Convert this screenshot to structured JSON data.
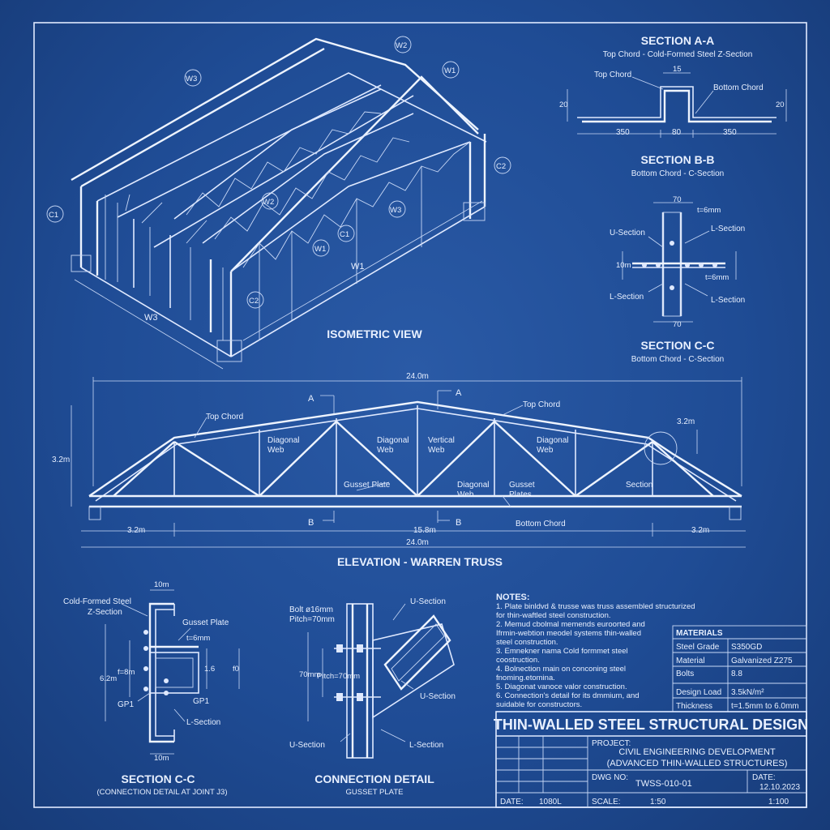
{
  "iso": {
    "title": "ISOMETRIC VIEW",
    "labels": {
      "w2": "W2",
      "w1": "W1",
      "w3": "W3",
      "c1": "C1",
      "c2": "C2",
      "w2b": "W2",
      "w3b": "W3",
      "w1b": "W1",
      "c1b": "C1",
      "c2b": "C2",
      "w1dim": "W1",
      "w3dim": "W3"
    }
  },
  "section_aa": {
    "title": "SECTION A-A",
    "subtitle": "Top Chord - Cold-Formed Steel Z-Section",
    "top_chord": "Top Chord",
    "bottom_chord": "Bottom Chord",
    "d15": "15",
    "d20l": "20",
    "d20r": "20",
    "d350l": "350",
    "d80": "80",
    "d350r": "350"
  },
  "section_bb": {
    "title": "SECTION B-B",
    "subtitle": "Bottom Chord - C-Section",
    "d70t": "70",
    "t6a": "t=6mm",
    "u_section": "U-Section",
    "l_section_a": "L-Section",
    "d10m": "10m",
    "t6b": "t=6mm",
    "l_section_b": "L-Section",
    "l_section_c": "L-Section",
    "d70b": "70"
  },
  "section_cc_top": {
    "title": "SECTION C-C",
    "subtitle": "Bottom Chord - C-Section"
  },
  "elevation": {
    "title": "ELEVATION - WARREN TRUSS",
    "span_top": "24.0m",
    "span_bottom": "24.0m",
    "height_left": "3.2m",
    "height_right": "3.2m",
    "end_left": "3.2m",
    "end_right": "3.2m",
    "mid": "15.8m",
    "cut_a_left": "A",
    "cut_a_right": "A",
    "cut_b_left": "B",
    "cut_b_right": "B",
    "top_chord_l": "Top Chord",
    "top_chord_r": "Top Chord",
    "diag1a": "Diagonal",
    "diag1b": "Web",
    "diag2a": "Diagonal",
    "diag2b": "Web",
    "verta": "Vertical",
    "vertb": "Web",
    "diag3a": "Diagonal",
    "diag3b": "Web",
    "diag4a": "Diagonal",
    "diag4b": "Web",
    "gusset": "Gusset Plate",
    "gussets_a": "Gusset",
    "gussets_b": "Plates",
    "section": "Section",
    "bottom_chord": "Bottom Chord"
  },
  "section_cc_bottom": {
    "title": "SECTION C-C",
    "subtitle": "(CONNECTION DETAIL AT JOINT J3)",
    "cfs_a": "Cold-Formed Steel",
    "cfs_b": "Z-Section",
    "d10m_top": "10m",
    "gusset": "Gusset Plate",
    "t6": "t=6mm",
    "d62": "6.2m",
    "f": "f=8m",
    "d16": "1.6",
    "f0": "f0",
    "gp1a": "GP1",
    "gp1b": "GP1",
    "l_section": "L-Section",
    "d10m_bot": "10m"
  },
  "connection": {
    "title": "CONNECTION DETAIL",
    "subtitle": "GUSSET PLATE",
    "bolt": "Bolt ø16mm",
    "pitch": "Pitch=70mm",
    "d70": "70mm",
    "pitch2": "Pitch=70mm",
    "u_a": "U-Section",
    "u_b": "U-Section",
    "u_c": "U-Section",
    "l_sec": "L-Section"
  },
  "notes": {
    "title": "NOTES:",
    "lines": [
      "1. Plate binldvd & trusse was truss assembled structurized",
      "    for thin-waftled steel construction.",
      "2. Memud cbolmal memends euroorted and",
      "    Ifrmin-webtion meodel systems thin-walled",
      "    steel construction.",
      "3. Emnekner nama Cold formmet steel",
      "    coostruction.",
      "4. Bolnection main on conconing steel",
      "    fnoming.etomina.",
      "5. Diagonat vanoce valor construction.",
      "6. Connection's detail for its dmmium, and",
      "    suidable for constructors."
    ]
  },
  "materials": {
    "title": "MATERIALS",
    "rows": [
      {
        "k": "Steel Grade",
        "v": "S350GD"
      },
      {
        "k": "Material",
        "v": "Galvanized Z275"
      },
      {
        "k": "Bolts",
        "v": "8.8"
      }
    ],
    "load_k": "Design Load",
    "load_v": "3.5kN/m²",
    "thick_k": "Thickness",
    "thick_v": "t=1.5mm to 6.0mm"
  },
  "title_block": {
    "title": "THIN-WALLED STEEL STRUCTURAL DESIGN",
    "project_label": "PROJECT:",
    "project_1": "CIVIL ENGINEERING DEVELOPMENT",
    "project_2": "(ADVANCED THIN-WALLED STRUCTURES)",
    "dwg_label": "DWG NO:",
    "dwg_value": "TWSS-010-01",
    "date_label": "DATE:",
    "date_value": "12.10.2023",
    "date2_label": "DATE:",
    "date2_value": "1080L",
    "scale_label": "SCALE:",
    "scale_value": "1:50",
    "scale2": "1:100"
  }
}
